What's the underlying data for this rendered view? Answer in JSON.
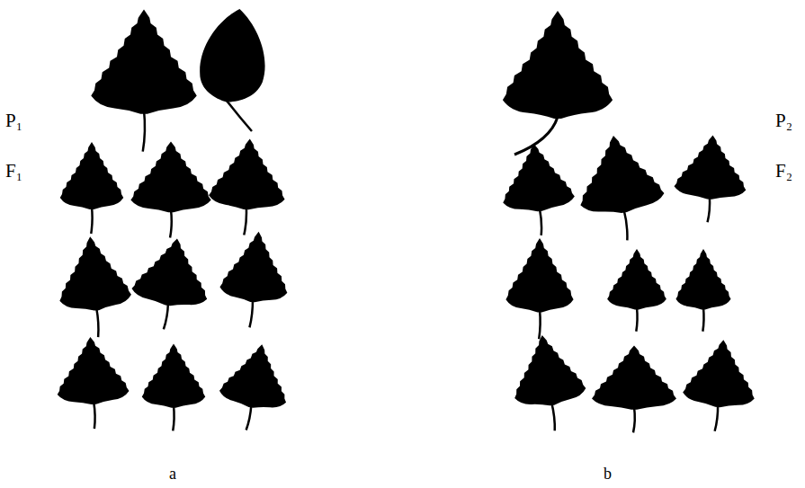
{
  "diagram": {
    "labels": [
      "P₁",
      "F₁",
      "P₂",
      "F₂",
      "a",
      "b"
    ]
  }
}
